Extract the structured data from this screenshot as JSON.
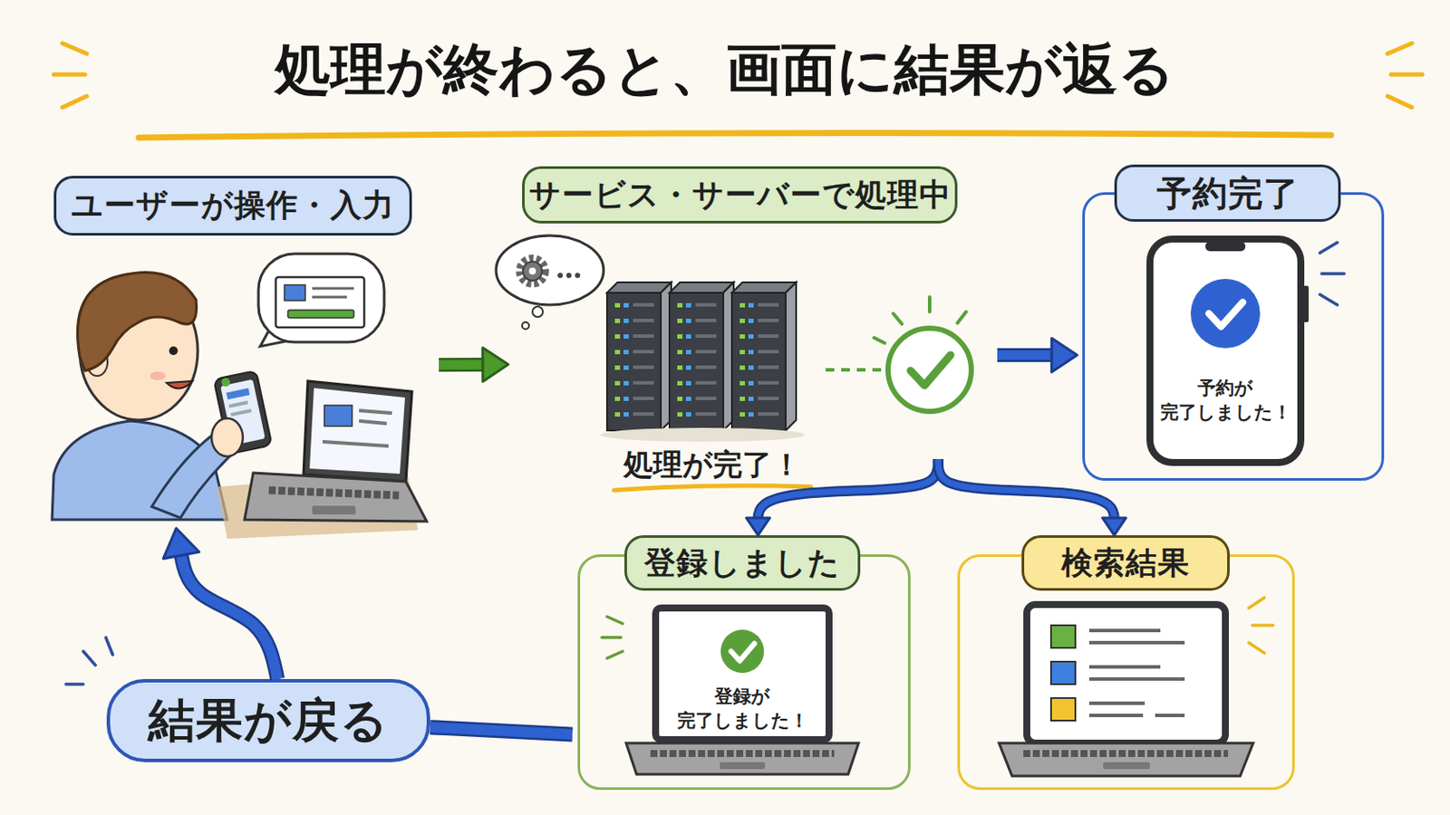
{
  "diagram": {
    "title": "処理が終わると、画面に結果が返る",
    "nodes": [
      {
        "text": [
          "ユーザーが操作・入力"
        ]
      },
      {
        "text": [
          "サービス・サーバーで処理中"
        ]
      },
      {
        "text": [
          "予約完了"
        ]
      },
      {
        "text": [
          "予約が 完了しました！"
        ],
        "in": 2
      },
      {
        "text": [
          "登録しました"
        ]
      },
      {
        "text": [
          "登録が 完了しました！"
        ],
        "in": 4
      },
      {
        "text": [
          "検索結果"
        ]
      },
      {
        "text": [
          "結果が戻る"
        ]
      }
    ],
    "edges": [
      {
        "from": 0,
        "to": 1,
        "arrow": "to"
      },
      {
        "from": 1,
        "to": 2,
        "arrow": "to"
      },
      {
        "from": 1,
        "to": 4,
        "arrow": "to"
      },
      {
        "from": 1,
        "to": 6,
        "arrow": "to"
      },
      {
        "from": 4,
        "to": 7,
        "arrow": "none"
      },
      {
        "from": 7,
        "to": 0,
        "arrow": "to"
      }
    ],
    "labels": [
      "処理が完了！"
    ]
  }
}
